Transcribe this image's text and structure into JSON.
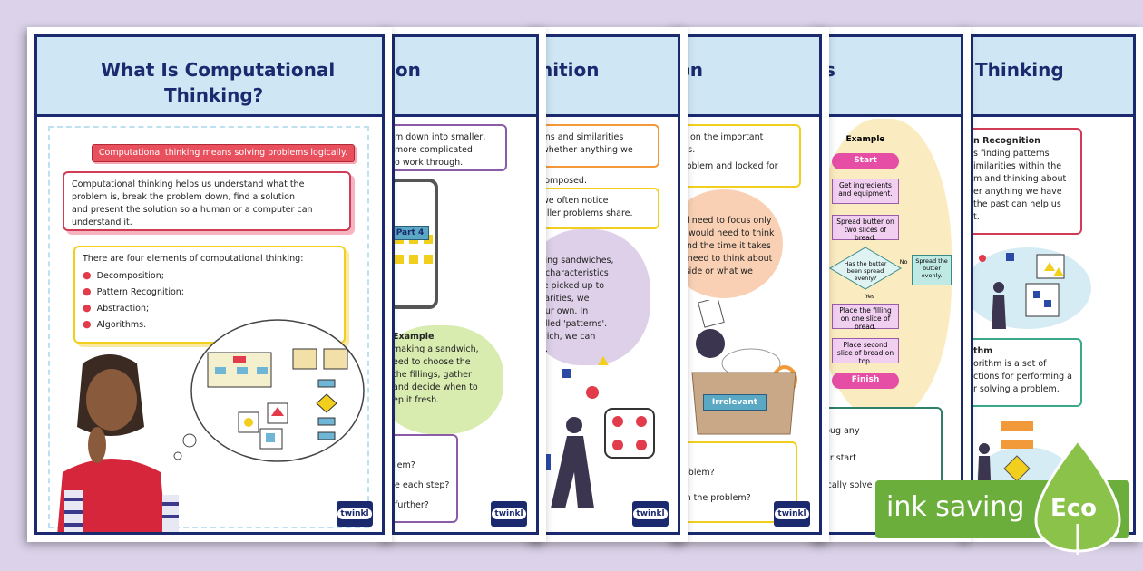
{
  "poster1": {
    "title_line1": "What Is Computational",
    "title_line2": "Thinking?",
    "banner": "Computational thinking means solving problems logically.",
    "intro_lines": [
      "Computational thinking helps us understand what the",
      "problem is, break the problem down, find a solution",
      "and present the solution so a human or a computer can",
      "understand it."
    ],
    "elements_heading": "There are four elements of computational thinking:",
    "elements": [
      "Decomposition;",
      "Pattern Recognition;",
      "Abstraction;",
      "Algorithms."
    ],
    "logo": "twinkl"
  },
  "poster2": {
    "title": "ion",
    "box1_lines": [
      "m down into smaller,",
      "more complicated",
      "o work through."
    ],
    "part_label": "Part 4",
    "example_heading": "Example",
    "example_lines": [
      "making a sandwich,",
      "eed to choose the",
      "the fillings, gather",
      "and decide when to",
      "ep it fresh."
    ],
    "q_lines": [
      "lem?",
      "e each step?",
      "further?"
    ],
    "logo": "twinkl"
  },
  "poster3": {
    "title": "nition",
    "box1_lines": [
      "rns and similarities",
      "whether anything we"
    ],
    "line_composed": "composed.",
    "box2_lines": [
      "we often notice",
      "aller problems share."
    ],
    "blob_lines": [
      "king sandwiches,",
      ", characteristics",
      "re picked up to",
      "ilarities, we",
      "our own. In",
      "alled 'patterns'.",
      "wich, we can",
      "h."
    ],
    "logo": "twinkl"
  },
  "poster4": {
    "title": "on",
    "box1_lines": [
      "s on the important",
      "ils."
    ],
    "box1_line3": "roblem and looked for",
    "blob_lines": [
      "ld need to focus only",
      "s would need to think",
      "and the time it takes",
      "t need to think about",
      "tside or what we"
    ],
    "irrelevant": "Irrelevant",
    "q_lines": [
      "oblem?",
      "in the problem?"
    ],
    "logo": "twinkl"
  },
  "poster5": {
    "title": "s",
    "example": "Example",
    "flow": {
      "start": "Start",
      "step1": "Get ingredients and equipment.",
      "step2": "Spread butter on two slices of bread.",
      "decision": "Has the butter been spread evenly?",
      "no": "No",
      "yes": "Yes",
      "side": "Spread the butter evenly.",
      "step3": "Place the filling on one slice of bread.",
      "step4": "Place second slice of bread on top.",
      "finish": "Finish"
    },
    "bottom_lines": [
      "bug any",
      "ar start",
      "ically solve"
    ]
  },
  "poster6": {
    "title": "Thinking",
    "box1_heading": "n Recognition",
    "box1_lines": [
      "s finding patterns",
      "imilarities within the",
      "m and thinking about",
      "er anything we have",
      "the past can help us",
      "t."
    ],
    "box2_heading": "thm",
    "box2_lines": [
      "orithm is a set of",
      "ctions for performing a",
      "r solving a problem."
    ]
  },
  "eco": {
    "label": "ink saving",
    "badge": "Eco"
  }
}
